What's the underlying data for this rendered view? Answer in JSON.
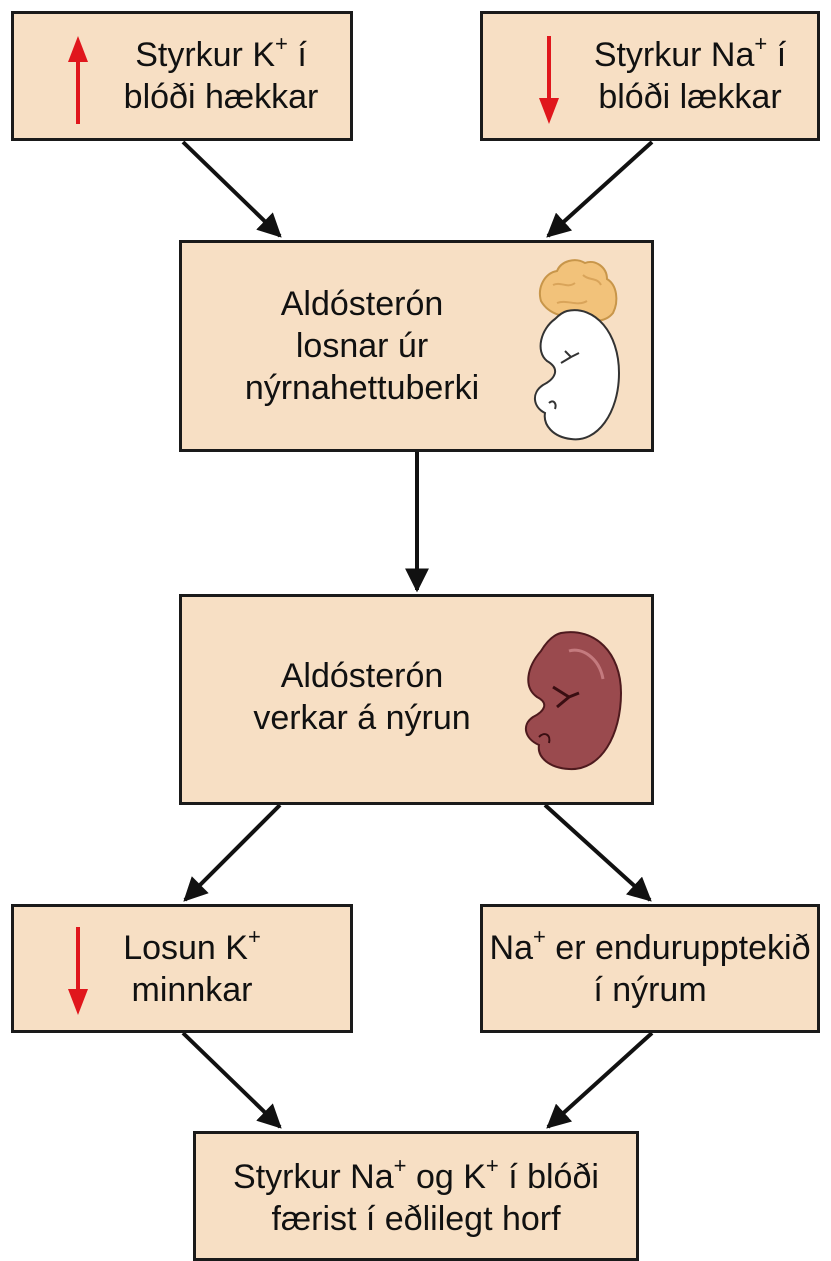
{
  "colors": {
    "box_fill": "#f7dfc4",
    "border": "#1a1a1a",
    "arrow": "#111111",
    "up_indicator": "#e0161c",
    "down_indicator": "#e0161c",
    "adrenal": "#f2c27a",
    "kidney_pale": "#ffffff",
    "kidney_red": "#9a4a4e"
  },
  "boxes": {
    "k_rises": {
      "indicator": "arrow-up",
      "line1_pre": "Styrkur K",
      "line1_sup": "+",
      "line1_post": " í",
      "line2": "blóði hækkar"
    },
    "na_falls": {
      "indicator": "arrow-down",
      "line1_pre": "Styrkur Na",
      "line1_sup": "+",
      "line1_post": " í",
      "line2": "blóði lækkar"
    },
    "aldo_released": {
      "line1": "Aldósterón",
      "line2": "losnar úr",
      "line3": "nýrnahettuberki",
      "image": "adrenal-gland-on-kidney-icon"
    },
    "aldo_acts": {
      "line1": "Aldósterón",
      "line2": "verkar á nýrun",
      "image": "kidney-icon"
    },
    "k_release_decreases": {
      "indicator": "arrow-down",
      "line1_pre": "Losun K",
      "line1_sup": "+",
      "line2": "minnkar"
    },
    "na_reabsorbed": {
      "line1_pre": "Na",
      "line1_sup": "+",
      "line1_post": " er endurupptekið",
      "line2": "í nýrum"
    },
    "normalized": {
      "line1_a": "Styrkur Na",
      "line1_sup1": "+",
      "line1_b": " og K",
      "line1_sup2": "+",
      "line1_c": " í blóði",
      "line2": "færist í eðlilegt horf"
    }
  }
}
